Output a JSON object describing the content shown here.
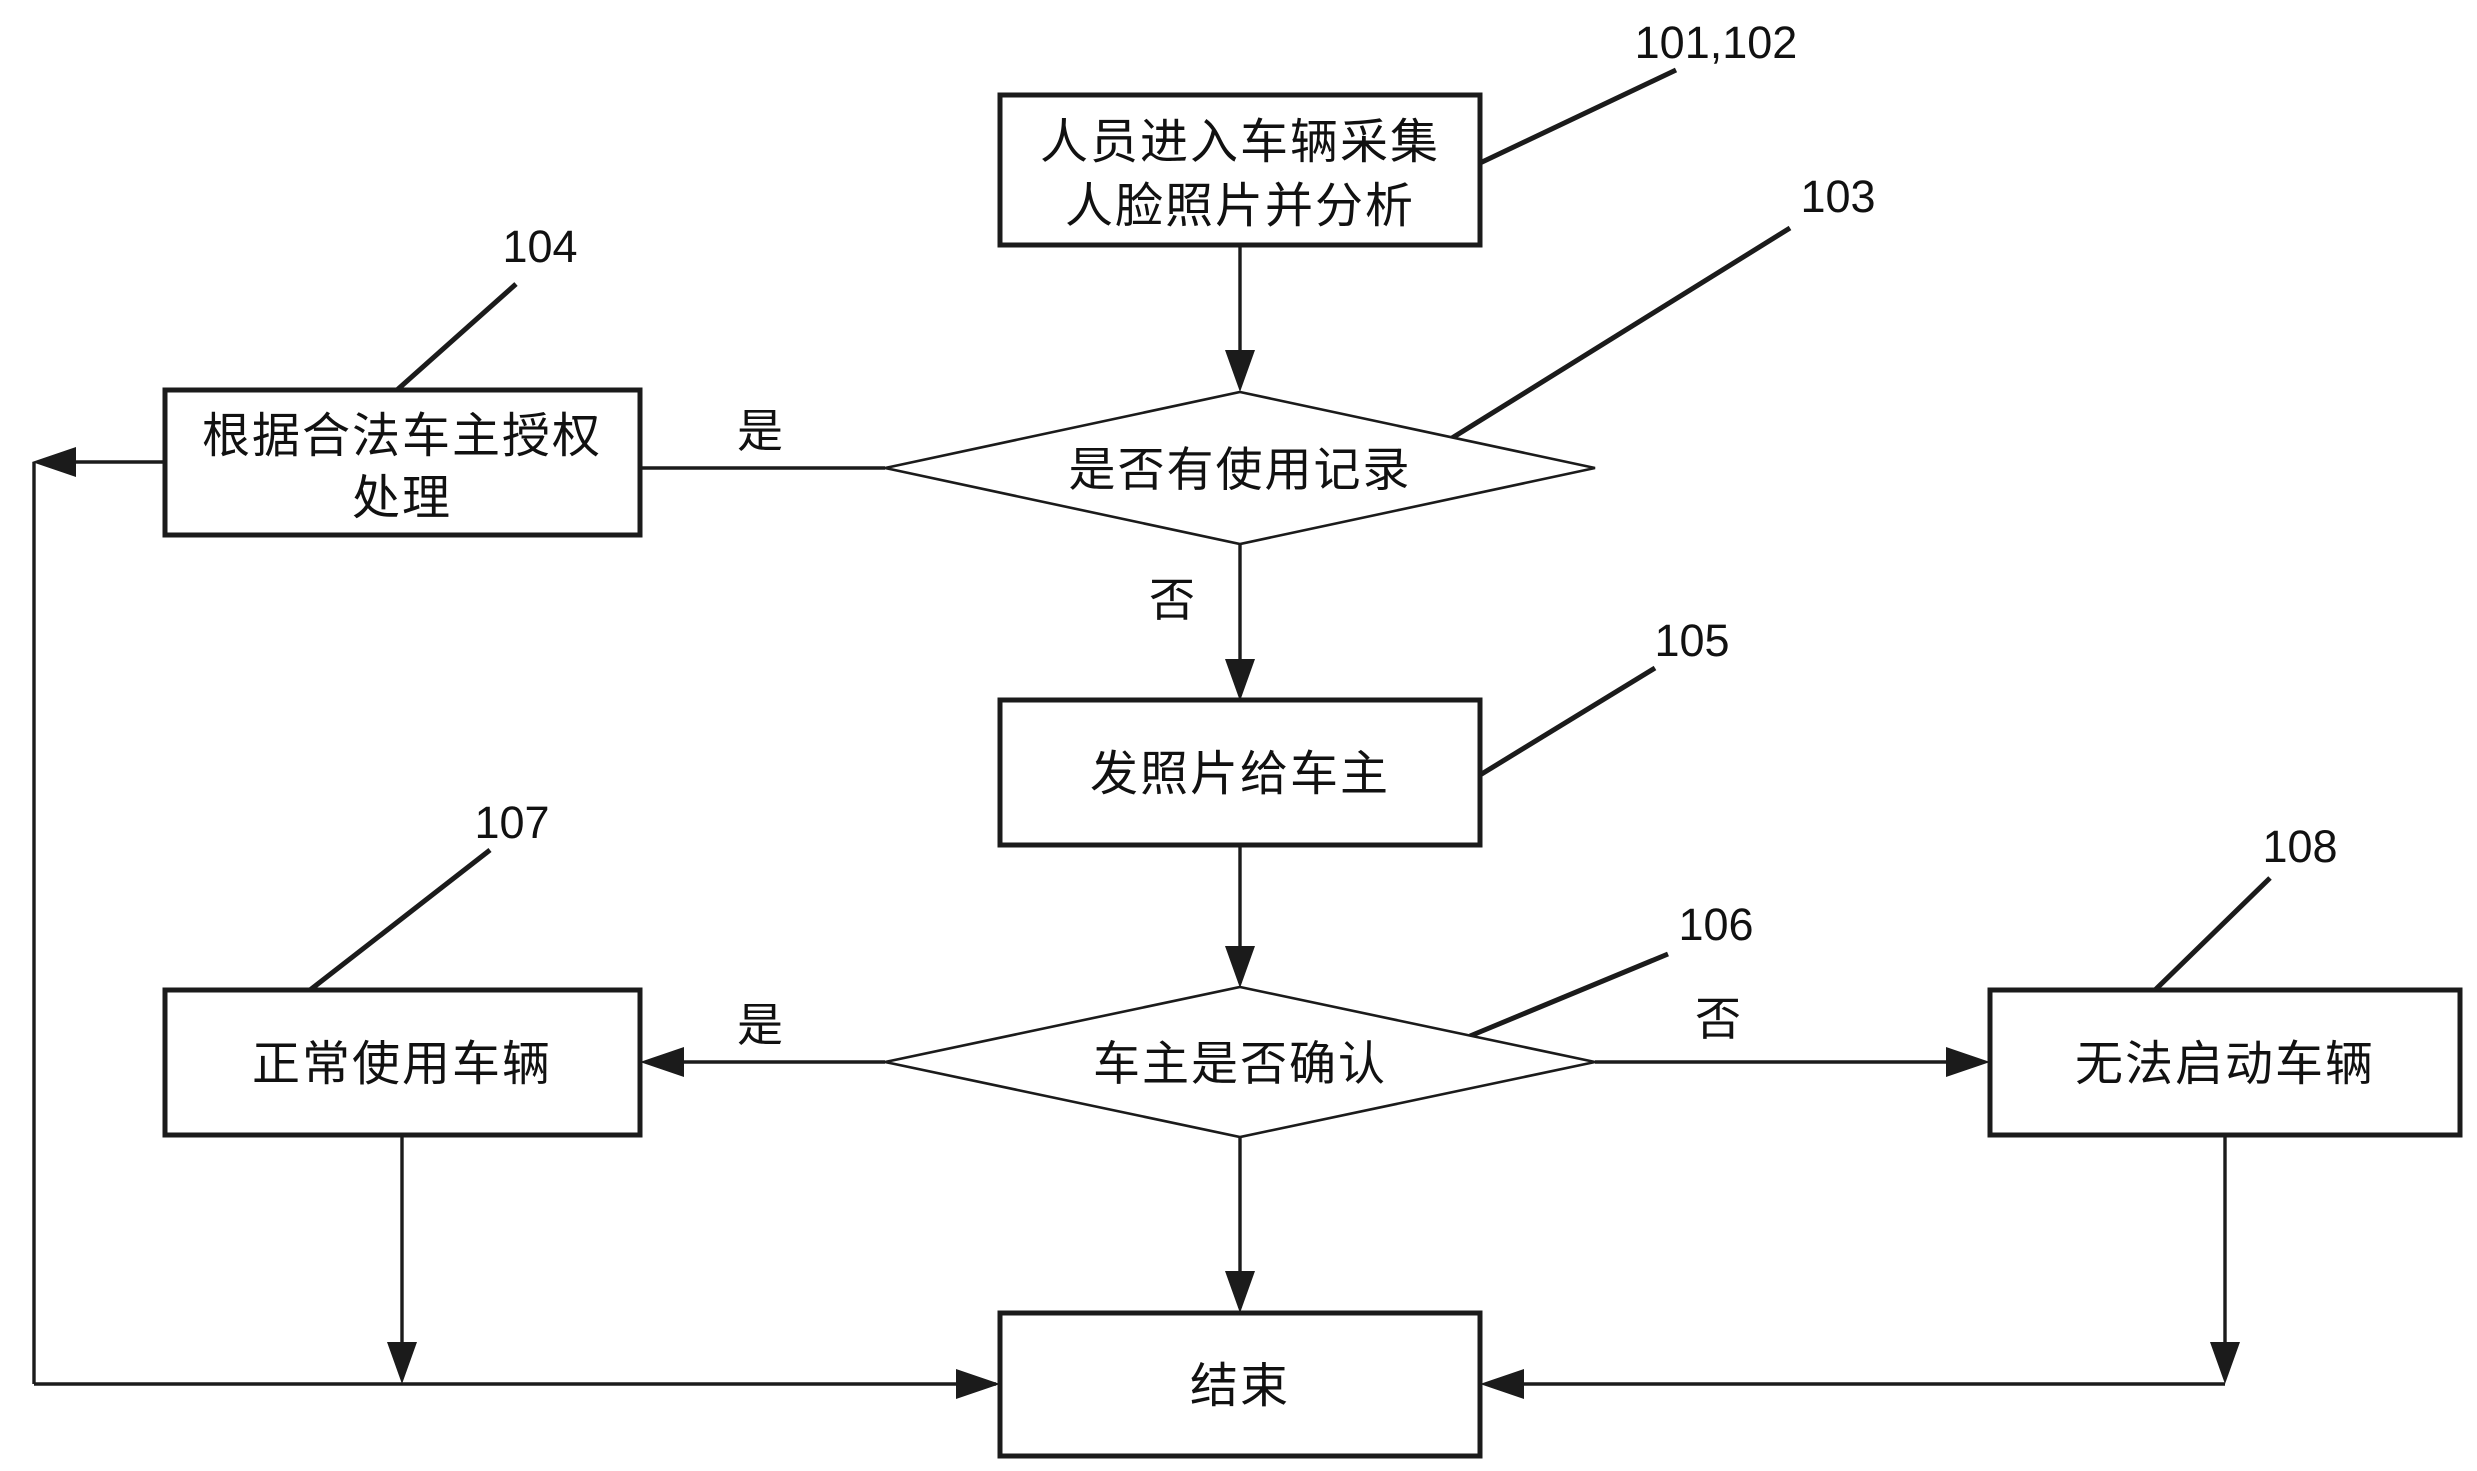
{
  "figure": {
    "type": "flowchart",
    "colors": {
      "ink": "#1b1b1b",
      "background": "#ffffff"
    },
    "nodes": {
      "start": {
        "shape": "rect",
        "ref": "101,102",
        "lines": [
          "人员进入车辆采集",
          "人脸照片并分析"
        ]
      },
      "record_check": {
        "shape": "diamond",
        "ref": "103",
        "label": "是否有使用记录"
      },
      "authorize": {
        "shape": "rect",
        "ref": "104",
        "lines": [
          "根据合法车主授权",
          "处理"
        ]
      },
      "send_photo": {
        "shape": "rect",
        "ref": "105",
        "label": "发照片给车主"
      },
      "owner_confirm": {
        "shape": "diamond",
        "ref": "106",
        "label": "车主是否确认"
      },
      "normal_use": {
        "shape": "rect",
        "ref": "107",
        "label": "正常使用车辆"
      },
      "cannot_start": {
        "shape": "rect",
        "ref": "108",
        "label": "无法启动车辆"
      },
      "end": {
        "shape": "rect",
        "label": "结束"
      }
    },
    "branches": {
      "record_yes": "是",
      "record_no": "否",
      "confirm_yes": "是",
      "confirm_no": "否"
    }
  }
}
